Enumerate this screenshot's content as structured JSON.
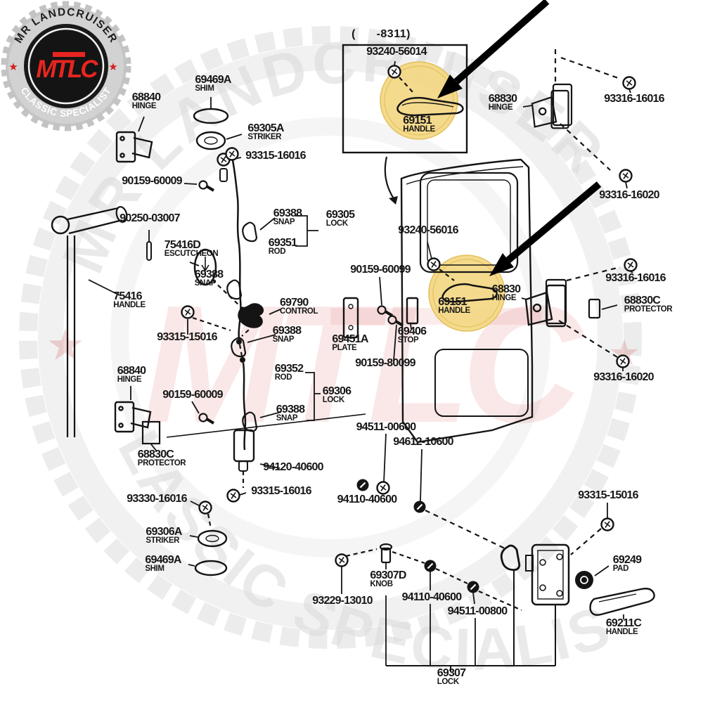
{
  "badge": {
    "top_text": "MR LANDCRUISER",
    "bottom_text": "CLASSIC SPECIALIST",
    "logo_text": "MTLC",
    "star_glyph": "★",
    "red": "#e8251f"
  },
  "watermark": {
    "top_text": "MR LANDCRUISER",
    "bottom_text": "CLASSIC SPECIALIST",
    "center_text": "MTLC",
    "star_glyph": "★"
  },
  "inset": {
    "header": "(      -8311)"
  },
  "colors": {
    "line": "#141414",
    "highlight": "#f3d783",
    "highlight_ring": "#e5c15e",
    "arrow": "#000000"
  },
  "parts": [
    {
      "num": "69469A",
      "name": "SHIM"
    },
    {
      "num": "68840",
      "name": "HINGE"
    },
    {
      "num": "69305A",
      "name": "STRIKER"
    },
    {
      "num": "93315-16016",
      "name": ""
    },
    {
      "num": "90159-60009",
      "name": ""
    },
    {
      "num": "90250-03007",
      "name": ""
    },
    {
      "num": "69388",
      "name": "SNAP"
    },
    {
      "num": "69305",
      "name": "LOCK"
    },
    {
      "num": "69351",
      "name": "ROD"
    },
    {
      "num": "75416D",
      "name": "ESCUTCHEON"
    },
    {
      "num": "69388",
      "name": "SNAP"
    },
    {
      "num": "75416",
      "name": "HANDLE"
    },
    {
      "num": "69790",
      "name": "CONTROL"
    },
    {
      "num": "93315-15016",
      "name": ""
    },
    {
      "num": "69388",
      "name": "SNAP"
    },
    {
      "num": "68840",
      "name": "HINGE"
    },
    {
      "num": "90159-60009",
      "name": ""
    },
    {
      "num": "69352",
      "name": "ROD"
    },
    {
      "num": "69306",
      "name": "LOCK"
    },
    {
      "num": "69388",
      "name": "SNAP"
    },
    {
      "num": "68830C",
      "name": "PROTECTOR"
    },
    {
      "num": "94120-40600",
      "name": ""
    },
    {
      "num": "93315-16016",
      "name": ""
    },
    {
      "num": "93330-16016",
      "name": ""
    },
    {
      "num": "94110-40600",
      "name": ""
    },
    {
      "num": "69306A",
      "name": "STRIKER"
    },
    {
      "num": "69469A",
      "name": "SHIM"
    },
    {
      "num": "94511-00600",
      "name": ""
    },
    {
      "num": "94612-10600",
      "name": ""
    },
    {
      "num": "93240-56016",
      "name": ""
    },
    {
      "num": "90159-60099",
      "name": ""
    },
    {
      "num": "69151",
      "name": "HANDLE"
    },
    {
      "num": "68830",
      "name": "HINGE"
    },
    {
      "num": "69406",
      "name": "STOP"
    },
    {
      "num": "69451A",
      "name": "PLATE"
    },
    {
      "num": "90159-80099",
      "name": ""
    },
    {
      "num": "68830",
      "name": "HINGE"
    },
    {
      "num": "93316-16016",
      "name": ""
    },
    {
      "num": "93316-16020",
      "name": ""
    },
    {
      "num": "93316-16016",
      "name": ""
    },
    {
      "num": "68830C",
      "name": "PROTECTOR"
    },
    {
      "num": "93316-16020",
      "name": ""
    },
    {
      "num": "93315-15016",
      "name": ""
    },
    {
      "num": "69249",
      "name": "PAD"
    },
    {
      "num": "69211C",
      "name": "HANDLE"
    },
    {
      "num": "69307D",
      "name": "KNOB"
    },
    {
      "num": "93229-13010",
      "name": ""
    },
    {
      "num": "94110-40600",
      "name": ""
    },
    {
      "num": "94511-00800",
      "name": ""
    },
    {
      "num": "69307",
      "name": "LOCK"
    },
    {
      "num": "93240-56014",
      "name": ""
    },
    {
      "num": "69151",
      "name": "HANDLE"
    }
  ]
}
